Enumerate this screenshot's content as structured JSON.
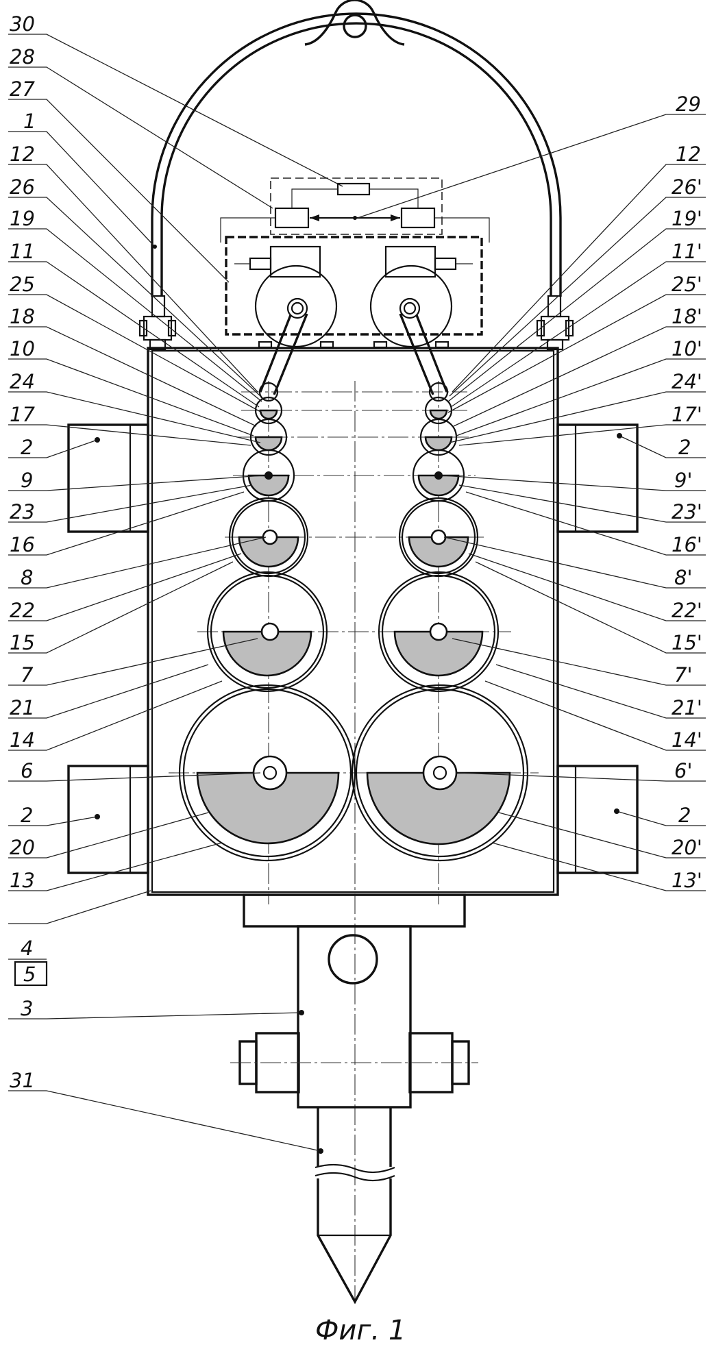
{
  "figure": {
    "caption": "Фиг. 1",
    "labels_left": [
      "30",
      "28",
      "27",
      "1",
      "12",
      "26",
      "19",
      "11",
      "25",
      "18",
      "10",
      "24",
      "17",
      "2",
      "9",
      "23",
      "16",
      "8",
      "22",
      "15",
      "7",
      "21",
      "14",
      "6",
      "2",
      "20",
      "13",
      "4",
      "5",
      "3",
      "31"
    ],
    "labels_right": [
      "29",
      "12",
      "26'",
      "19'",
      "11'",
      "25'",
      "18'",
      "10'",
      "24'",
      "17'",
      "2",
      "9'",
      "23'",
      "16'",
      "8'",
      "22'",
      "15'",
      "7'",
      "21'",
      "14'",
      "6'",
      "2",
      "20'",
      "13'"
    ]
  }
}
